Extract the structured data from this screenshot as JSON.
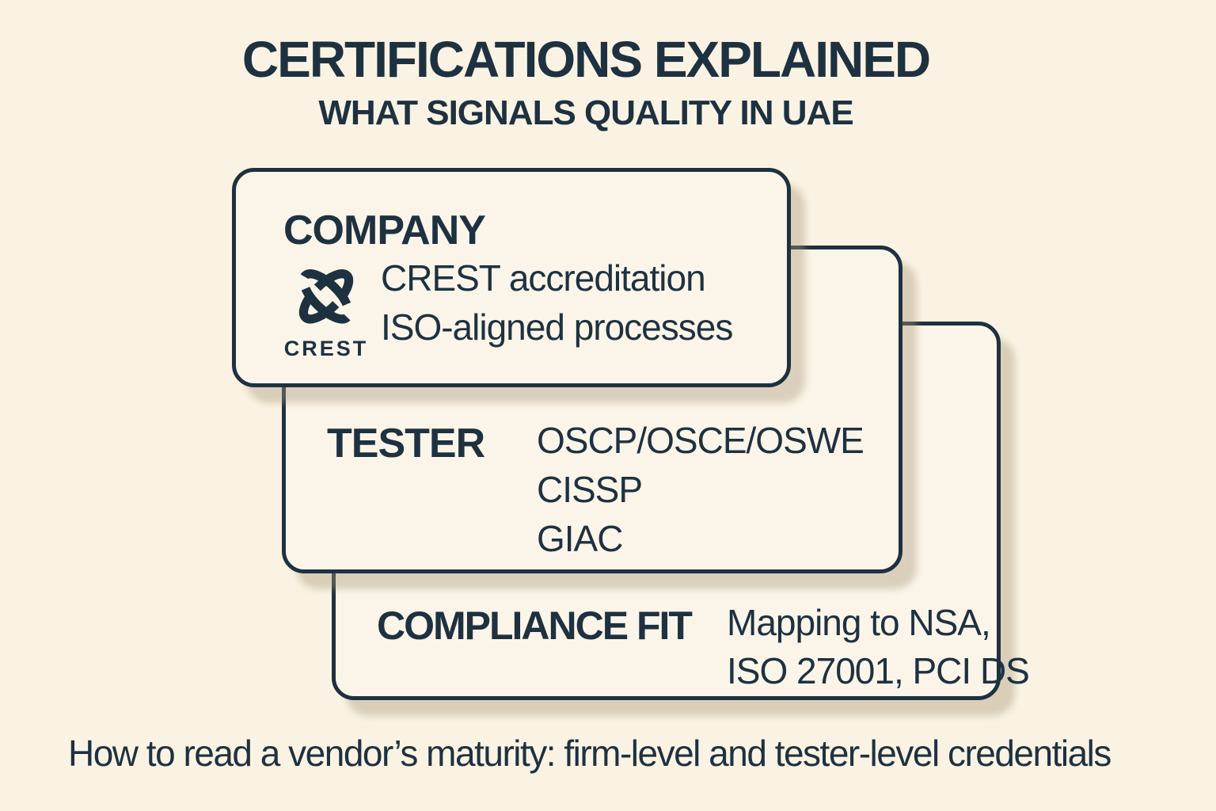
{
  "page": {
    "title": "CERTIFICATIONS EXPLAINED",
    "subtitle": "WHAT SIGNALS QUALITY IN UAE",
    "footer": "How to read a vendor’s maturity: firm-level and tester-level credentials"
  },
  "colors": {
    "background": "#FAF3E3",
    "card_background": "#FBF5E9",
    "ink": "#1E3140",
    "shadow": "rgba(167, 150, 121, 0.40)"
  },
  "icons": {
    "crest_logo": "crest-logo-icon"
  },
  "cards": [
    {
      "id": "company",
      "heading": "COMPANY",
      "logo": {
        "icon": "crest-logo-icon",
        "label": "CREST"
      },
      "lines": [
        "CREST accreditation",
        "ISO-aligned processes"
      ]
    },
    {
      "id": "tester",
      "heading": "TESTER",
      "lines": [
        "OSCP/OSCE/OSWE",
        "CISSP",
        "GIAC"
      ]
    },
    {
      "id": "compliance",
      "heading": "COMPLIANCE FIT",
      "lines": [
        "Mapping to NSA,",
        "ISO 27001, PCI DS"
      ]
    }
  ]
}
